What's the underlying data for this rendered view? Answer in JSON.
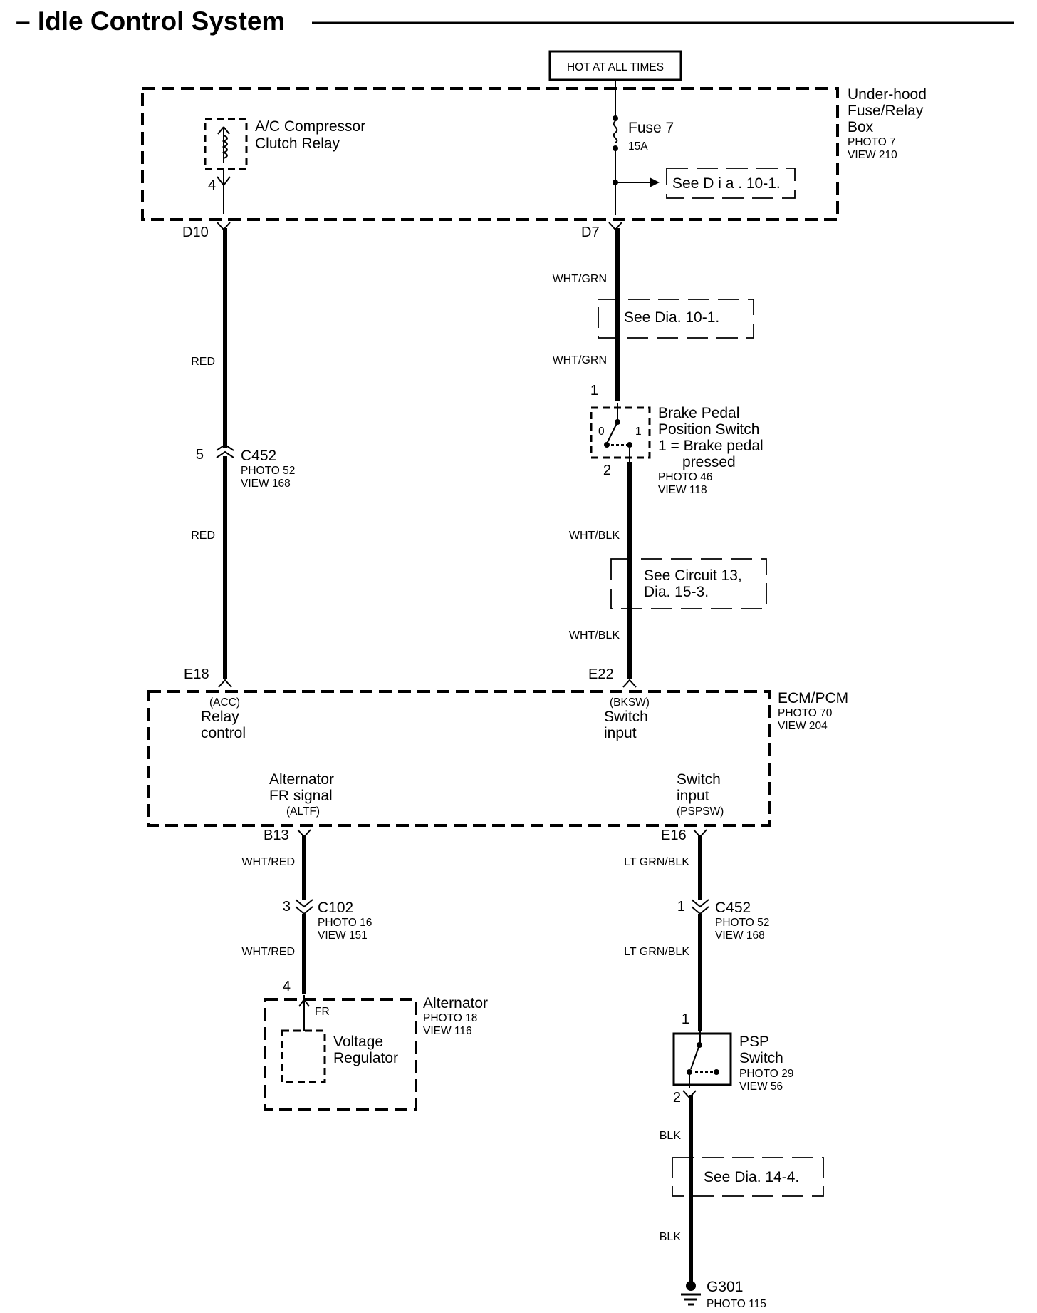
{
  "title": "– Idle Control System",
  "hot_label": "HOT AT ALL TIMES",
  "fuse_box": {
    "name_lines": [
      "Under-hood",
      "Fuse/Relay",
      "Box"
    ],
    "photo": "PHOTO 7",
    "view": "VIEW 210",
    "relay_lines": [
      "A/C Compressor",
      "Clutch Relay"
    ],
    "relay_pin": "4",
    "fuse_name": "Fuse 7",
    "fuse_rating": "15A",
    "fuse_ref": "See D i a . 10-1.",
    "left_terminal": "D10",
    "right_terminal": "D7"
  },
  "left_wire": {
    "color_upper": "RED",
    "color_lower": "RED",
    "connector_pin": "5",
    "connector": "C452",
    "connector_photo": "PHOTO 52",
    "connector_view": "VIEW 168"
  },
  "right_wire": {
    "color_1": "WHT/GRN",
    "ref_1": "See Dia. 10-1.",
    "color_2": "WHT/GRN",
    "pin_top": "1",
    "switch_lines": [
      "Brake Pedal",
      "Position Switch",
      "1 = Brake pedal",
      "pressed"
    ],
    "switch_photo": "PHOTO 46",
    "switch_view": "VIEW 118",
    "switch_pos_0": "0",
    "switch_pos_1": "1",
    "pin_bottom": "2",
    "color_3": "WHT/BLK",
    "ref_2_lines": [
      "See Circuit 13,",
      "Dia. 15-3."
    ],
    "color_4": "WHT/BLK"
  },
  "ecm": {
    "name": "ECM/PCM",
    "photo": "PHOTO 70",
    "view": "VIEW 204",
    "term_e18": "E18",
    "term_e22": "E22",
    "e18_abbr": "(ACC)",
    "e18_lines": [
      "Relay",
      "control"
    ],
    "e22_abbr": "(BKSW)",
    "e22_lines": [
      "Switch",
      "input"
    ],
    "b13_lines": [
      "Alternator",
      "FR signal"
    ],
    "b13_abbr": "(ALTF)",
    "e16_lines": [
      "Switch",
      "input"
    ],
    "e16_abbr": "(PSPSW)",
    "term_b13": "B13",
    "term_e16": "E16"
  },
  "alt_branch": {
    "color_1": "WHT/RED",
    "connector_pin": "3",
    "connector": "C102",
    "connector_photo": "PHOTO 16",
    "connector_view": "VIEW 151",
    "color_2": "WHT/RED",
    "pin": "4",
    "name": "Alternator",
    "photo": "PHOTO 18",
    "view": "VIEW 116",
    "fr_label": "FR",
    "regulator_lines": [
      "Voltage",
      "Regulator"
    ]
  },
  "psp_branch": {
    "color_1": "LT GRN/BLK",
    "connector_pin": "1",
    "connector": "C452",
    "connector_photo": "PHOTO 52",
    "connector_view": "VIEW 168",
    "color_2": "LT GRN/BLK",
    "pin_top": "1",
    "switch_lines": [
      "PSP",
      "Switch"
    ],
    "switch_photo": "PHOTO 29",
    "switch_view": "VIEW 56",
    "pin_bottom": "2",
    "color_3": "BLK",
    "ref": "See Dia. 14-4.",
    "color_4": "BLK",
    "ground": "G301",
    "ground_photo": "PHOTO 115"
  }
}
